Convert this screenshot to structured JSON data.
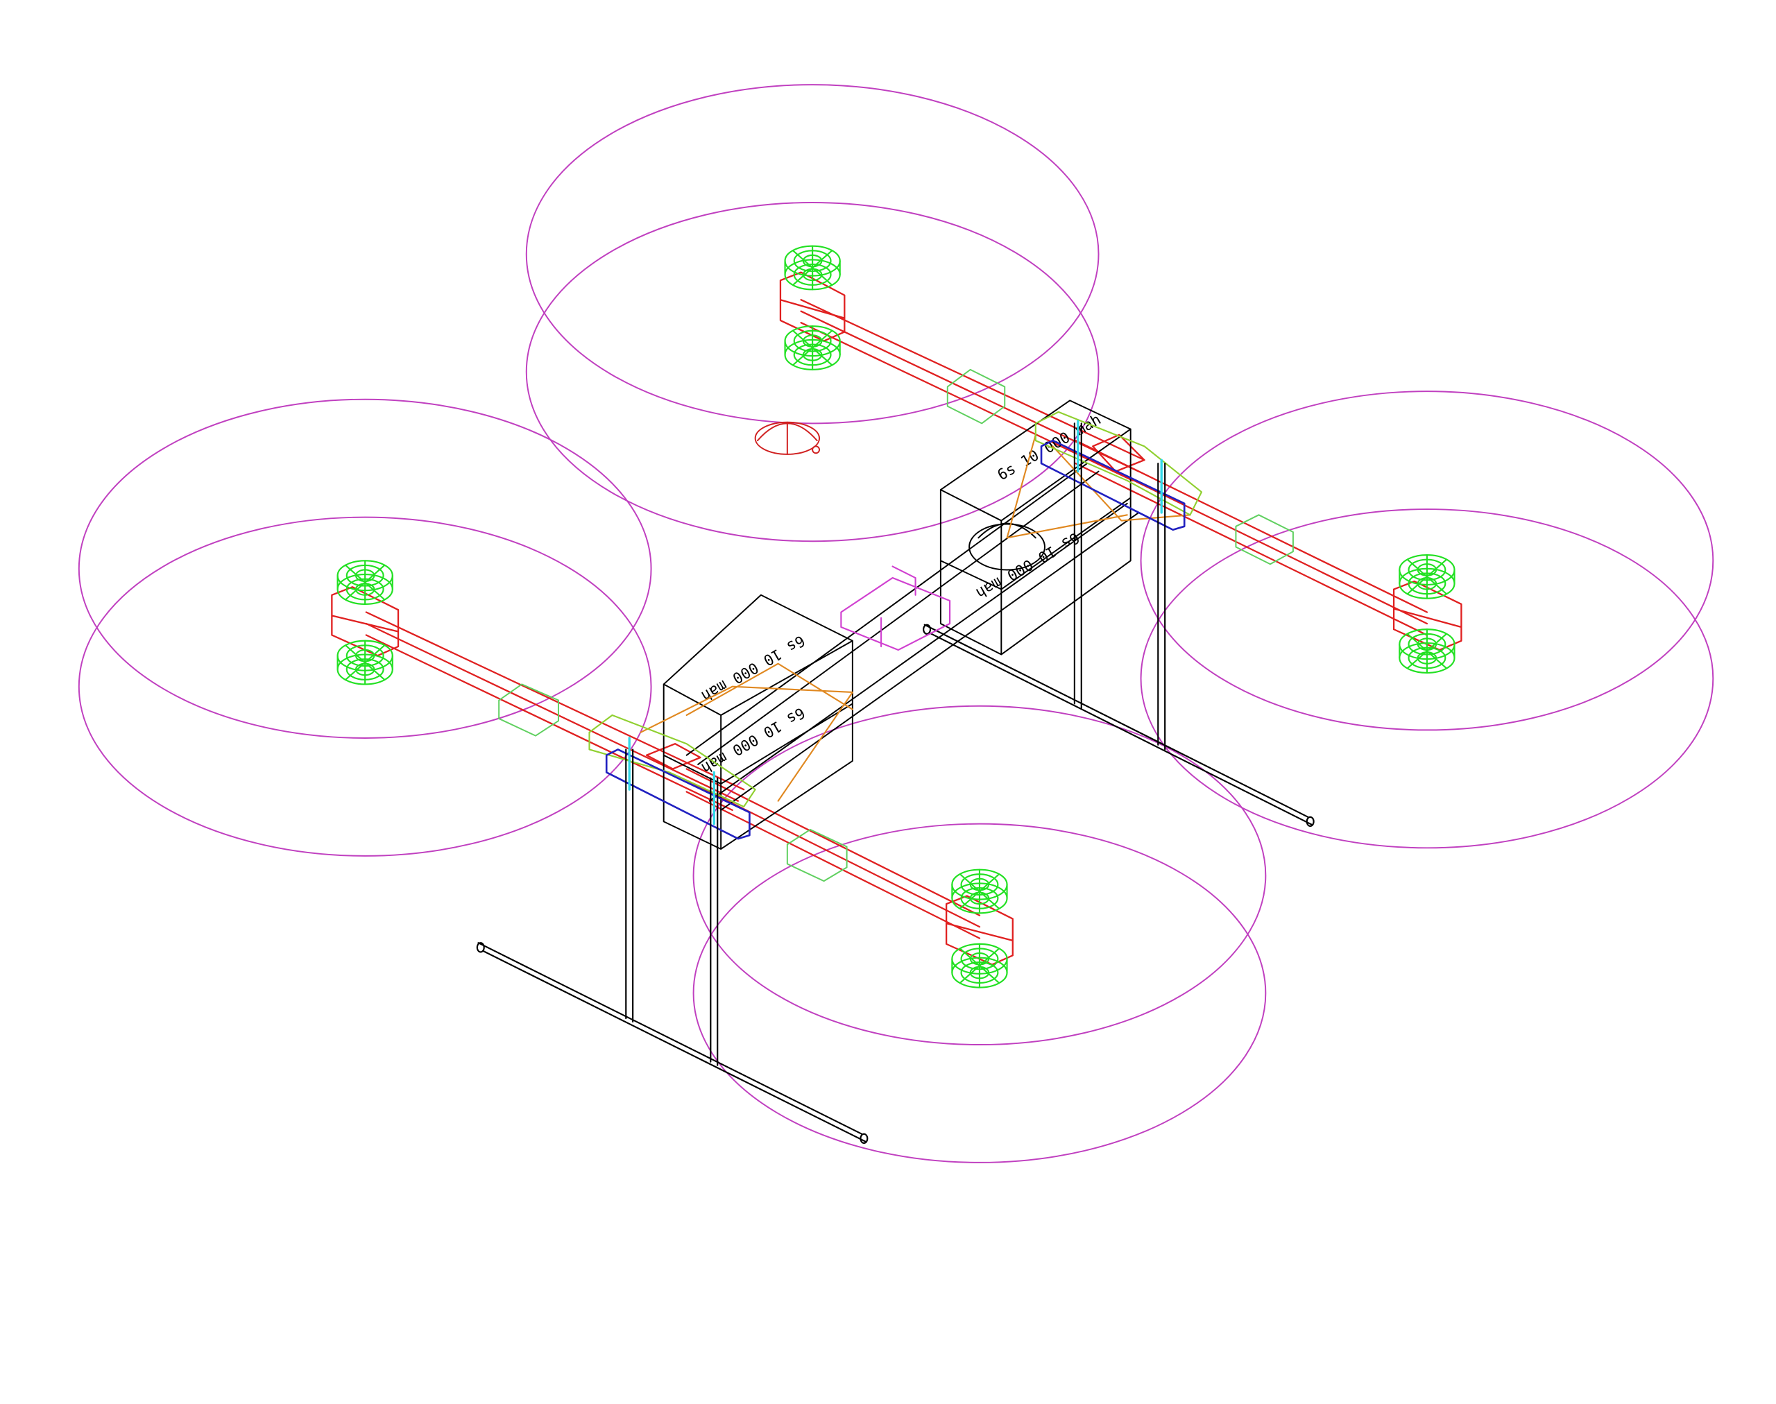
{
  "drawing": {
    "battery_labels": [
      "6s 10 000 mah",
      "6s 10 000 mah",
      "6s 10 000 mah",
      "6s 10 000 mah"
    ],
    "colors": {
      "prop_disc": "#c040c0",
      "motor": "#22e022",
      "arm": "#e02020",
      "arm_clamp": "#90d030",
      "frame_plate": "#2020c0",
      "standoff": "#30d8e8",
      "wiring": "#e08820",
      "structure": "#000000",
      "gps_box": "#d040d0",
      "mount": "#60d060"
    }
  }
}
